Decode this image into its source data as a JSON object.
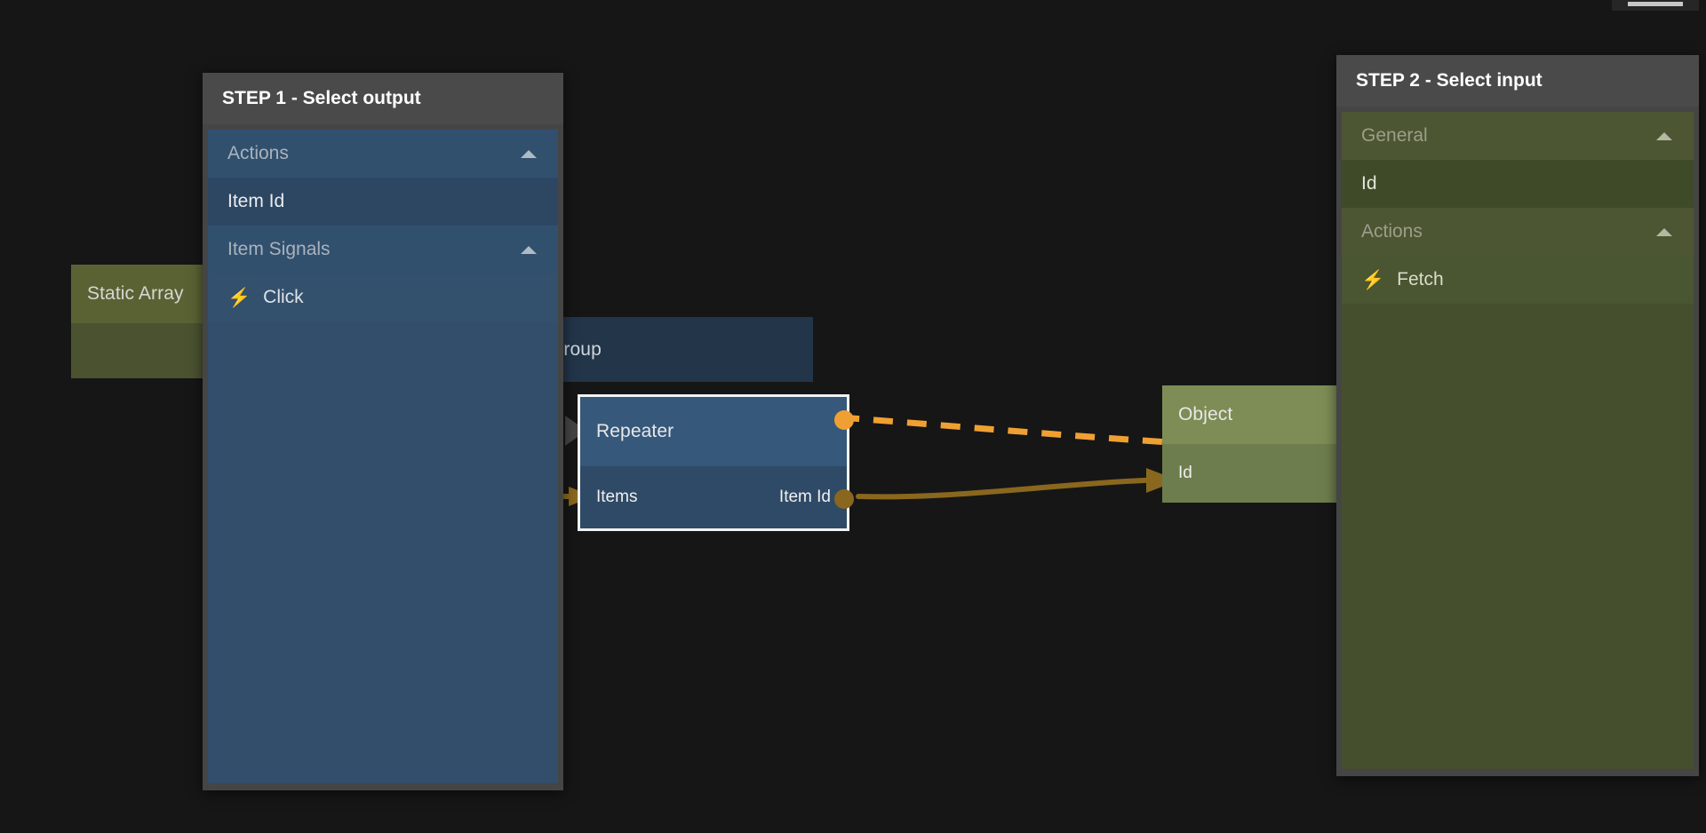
{
  "app": {
    "background": "#161616",
    "accent_signal": "#f0a032",
    "accent_data": "#8a671e"
  },
  "toolbar": {
    "chip_label": ""
  },
  "pickers": [
    {
      "id": "step1",
      "title": "STEP 1 - Select output",
      "theme": "blue",
      "rows": [
        {
          "label": "Actions",
          "type": "group",
          "icon": "chevron-up-icon",
          "expanded": true
        },
        {
          "label": "Item Id",
          "type": "item",
          "icon": ""
        },
        {
          "label": "Item Signals",
          "type": "group",
          "icon": "chevron-up-icon",
          "expanded": true
        },
        {
          "label": "Click",
          "type": "leaf",
          "icon": "lightning-bolt-icon"
        }
      ]
    },
    {
      "id": "step2",
      "title": "STEP 2 - Select input",
      "theme": "olive",
      "rows": [
        {
          "label": "General",
          "type": "group",
          "icon": "chevron-up-icon",
          "expanded": true
        },
        {
          "label": "Id",
          "type": "item",
          "icon": ""
        },
        {
          "label": "Actions",
          "type": "group",
          "icon": "chevron-up-icon",
          "expanded": true
        },
        {
          "label": "Fetch",
          "type": "leaf",
          "icon": "lightning-bolt-icon"
        }
      ]
    }
  ],
  "nodes": {
    "static_array": {
      "title": "Static Array",
      "color": "#5a6234"
    },
    "group": {
      "title": "Group",
      "color": "#223549"
    },
    "repeater": {
      "title": "Repeater",
      "selected": true,
      "input_port_label": "Items",
      "output_port_label": "Item Id",
      "color": "#36587a"
    },
    "object": {
      "title": "Object",
      "row_label": "Id",
      "color": "#7d8d55"
    }
  },
  "connections": [
    {
      "id": "signal-wire",
      "from": "repeater.signal-out",
      "to": "object.signal-in",
      "style": "dashed",
      "color": "#f0a032",
      "kind": "signal"
    },
    {
      "id": "data-wire",
      "from": "repeater.item-id-out",
      "to": "object.id-in",
      "style": "solid",
      "color": "#8a671e",
      "kind": "data"
    }
  ],
  "icons": {
    "bolt_glyph": "⚡"
  }
}
